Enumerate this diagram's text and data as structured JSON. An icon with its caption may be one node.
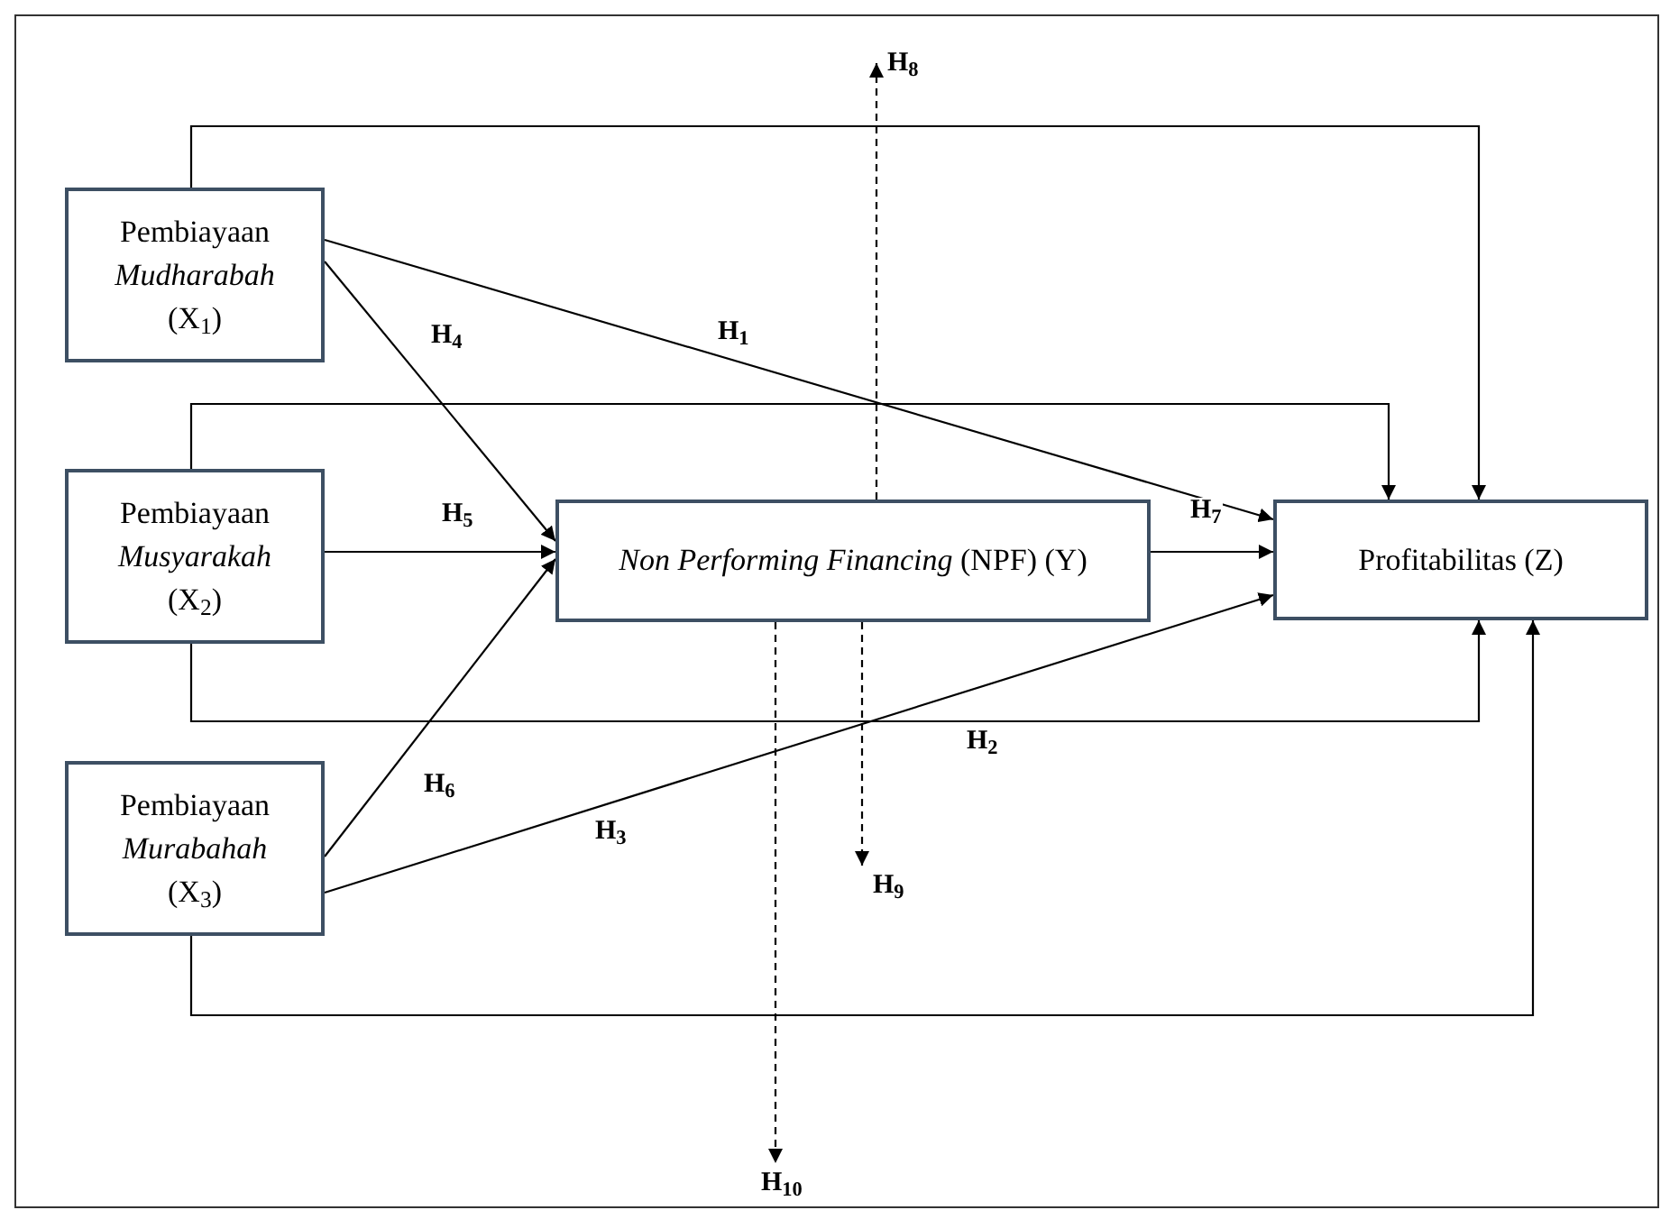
{
  "diagram": {
    "nodes": [
      {
        "text": [
          "Pembiayaan *Mudharabah* (X$_{1}$)"
        ]
      },
      {
        "text": [
          "Pembiayaan *Musyarakah* (X$_{2}$)"
        ]
      },
      {
        "text": [
          "Pembiayaan *Murabahah* (X$_{3}$)"
        ]
      },
      {
        "text": [
          "*Non Performing Financing* (NPF) (Y)"
        ]
      },
      {
        "text": [
          "Profitabilitas (Z)"
        ]
      },
      {
        "text": [
          "H$_{8}$"
        ]
      },
      {
        "text": [
          "H$_{9}$"
        ]
      },
      {
        "text": [
          "H$_{10}$"
        ]
      }
    ],
    "edges": [
      {
        "from": 0,
        "to": 4,
        "arrow": "to",
        "label": "H$_{1}$"
      },
      {
        "from": 1,
        "to": 4,
        "arrow": "to",
        "label": "H$_{2}$"
      },
      {
        "from": 2,
        "to": 4,
        "arrow": "to",
        "label": "H$_{3}$"
      },
      {
        "from": 0,
        "to": 3,
        "arrow": "to",
        "label": "H$_{4}$"
      },
      {
        "from": 1,
        "to": 3,
        "arrow": "to",
        "label": "H$_{5}$"
      },
      {
        "from": 2,
        "to": 3,
        "arrow": "to",
        "label": "H$_{6}$"
      },
      {
        "from": 3,
        "to": 4,
        "arrow": "to",
        "label": "H$_{7}$"
      },
      {
        "from": 3,
        "to": 5,
        "arrow": "to",
        "style": "dashed"
      },
      {
        "from": 3,
        "to": 6,
        "arrow": "to",
        "style": "dashed"
      },
      {
        "from": 3,
        "to": 7,
        "arrow": "to",
        "style": "dashed"
      },
      {
        "from": 0,
        "to": 4,
        "arrow": "to"
      },
      {
        "from": 1,
        "to": 4,
        "arrow": "to"
      },
      {
        "from": 2,
        "to": 4,
        "arrow": "to"
      }
    ]
  }
}
